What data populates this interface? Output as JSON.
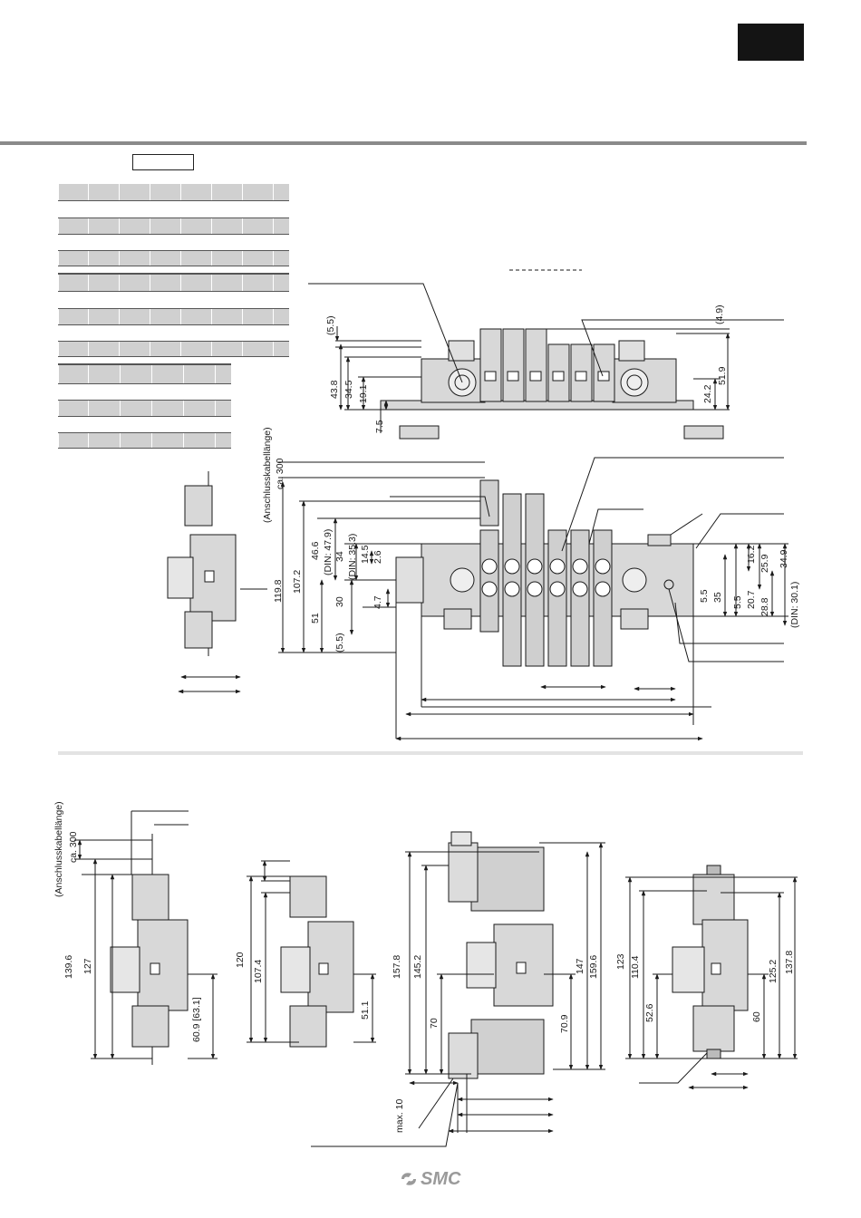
{
  "logo": {
    "text": "SMC"
  },
  "dims_top": {
    "d5_5": "(5.5)",
    "d4_9": "(4.9)",
    "d43_8": "43.8",
    "d34_5": "34.5",
    "d19_1": "19.1",
    "d7_5": "7.5",
    "d24_2": "24.2",
    "d51_9": "51.9"
  },
  "dims_mid": {
    "cable": "(Anschlusskabellänge)",
    "ca300": "ca. 300",
    "d119_8": "119.8",
    "d107_2": "107.2",
    "d51": "51",
    "d46_6": "46.6",
    "din47_9": "(DIN: 47.9)",
    "d34": "34",
    "din35_3": "(DIN: 35.3)",
    "d14_5": "14.5",
    "d2_6": "2.6",
    "d30": "30",
    "d4_7": "4.7",
    "d5_5b": "(5.5)",
    "r16_2": "16.2",
    "r25_9": "25.9",
    "r34_9": "34.9",
    "r5_5a": "5.5",
    "r35": "35",
    "r5_5b": "5.5",
    "r20_7": "20.7",
    "r28_8": "28.8",
    "din30_1": "(DIN: 30.1)"
  },
  "dims_bottom": {
    "cable": "(Anschlusskabellänge)",
    "ca300": "ca. 300",
    "d139_6": "139.6",
    "d127": "127",
    "d60_9": "60.9 [63.1]",
    "d120": "120",
    "d107_4": "107.4",
    "d51_1": "51.1",
    "d157_8": "157.8",
    "d145_2": "145.2",
    "d70": "70",
    "d147": "147",
    "d70_9": "70.9",
    "d159_6": "159.6",
    "max10": "max. 10",
    "d123": "123",
    "d110_4": "110.4",
    "d52_6": "52.6",
    "d60": "60",
    "d125_2": "125.2",
    "d137_8": "137.8"
  }
}
